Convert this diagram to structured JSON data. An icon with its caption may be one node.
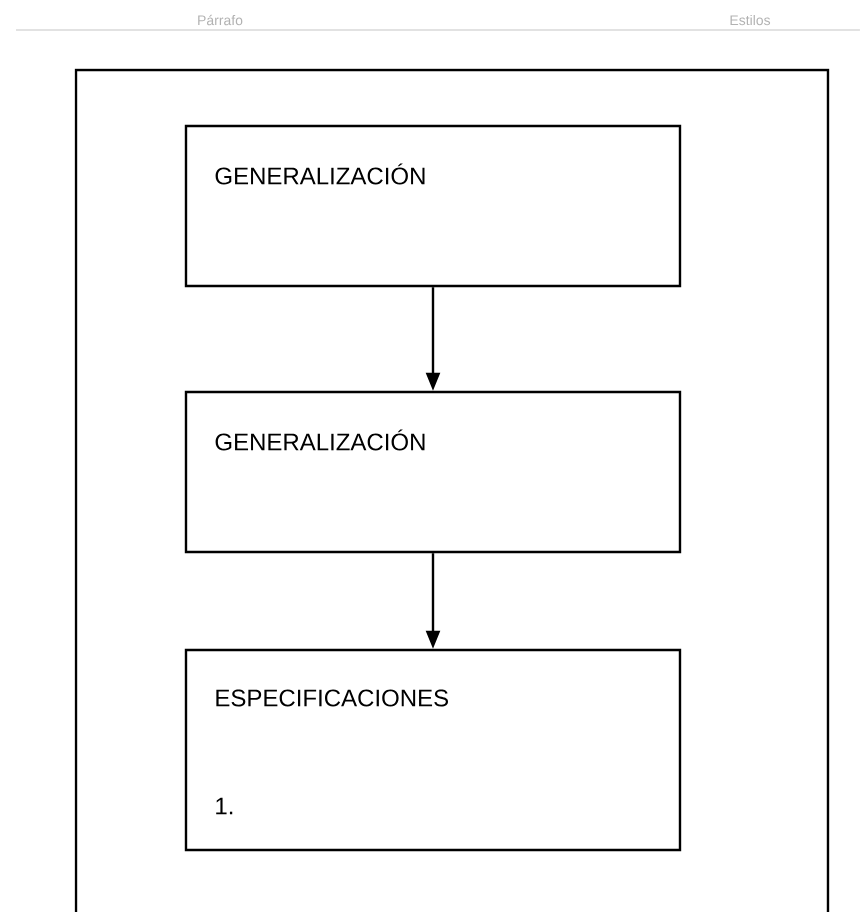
{
  "diagram": {
    "nodes": [
      {
        "text": [],
        "shape": "box"
      },
      {
        "text": [
          "GENERALIZACIÓN"
        ],
        "in": 0
      },
      {
        "text": [
          "GENERALIZACIÓN"
        ],
        "in": 0
      },
      {
        "text": [
          "ESPECIFICACIONES",
          "1."
        ],
        "in": 0
      }
    ],
    "edges": [
      {
        "from": 1,
        "to": 2,
        "arrow": "to"
      },
      {
        "from": 2,
        "to": 3,
        "arrow": "to"
      }
    ],
    "labels": [
      "Párrafo",
      "Estilos"
    ]
  }
}
